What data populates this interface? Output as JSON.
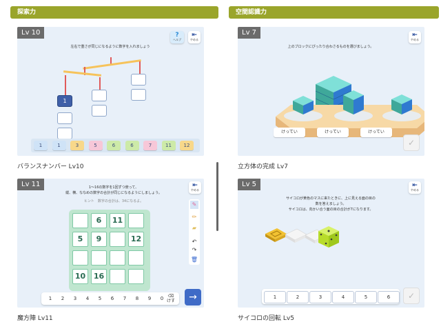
{
  "categories": {
    "left": "探索力",
    "right": "空間認識力"
  },
  "cards": {
    "balance": {
      "level": "Lv 10",
      "instruction": "左右で重さが同じになるように数字を入れましょう",
      "help_label": "ヘルプ",
      "quit_label": "やめる",
      "placed_value": "1",
      "tiles": [
        {
          "v": "1",
          "c": "#cfe3f7"
        },
        {
          "v": "1",
          "c": "#cfe3f7"
        },
        {
          "v": "3",
          "c": "#f8d88a"
        },
        {
          "v": "5",
          "c": "#f7c7d8"
        },
        {
          "v": "6",
          "c": "#cdeaa8"
        },
        {
          "v": "6",
          "c": "#cdeaa8"
        },
        {
          "v": "7",
          "c": "#f7c7d8"
        },
        {
          "v": "11",
          "c": "#cdeaa8"
        },
        {
          "v": "12",
          "c": "#f8d88a"
        }
      ],
      "caption": "バランスナンバー Lv10"
    },
    "cube": {
      "level": "Lv 7",
      "instruction": "上のブロックにぴったり合わさるものを選びましょう。",
      "quit_label": "やめる",
      "buttons": [
        "けってい",
        "けってい",
        "けってい"
      ],
      "check_icon": "✓",
      "caption": "立方体の完成 Lv7"
    },
    "magic": {
      "level": "Lv 11",
      "instruction1": "1〜16の数字を1回ずつ使って、",
      "instruction2": "縦、横、ななめの数字の合計が同じになるようにしましょう。",
      "hint": "ヒント　数字の合計は、34になるよ。",
      "quit_label": "やめる",
      "grid": [
        "",
        "6",
        "11",
        "",
        "5",
        "9",
        "",
        "12",
        "",
        "",
        "",
        "",
        "10",
        "16",
        "",
        ""
      ],
      "numbers": [
        "1",
        "2",
        "3",
        "4",
        "5",
        "6",
        "7",
        "8",
        "9",
        "0"
      ],
      "clear_label": "けす",
      "submit_icon": "→",
      "caption": "魔方陣 Lv11"
    },
    "dice": {
      "level": "Lv 5",
      "instruction1": "サイコロが黄色のマスに来たときに、上に見える面の目の",
      "instruction2": "数を答えましょう。",
      "instruction3": "サイコロは、向かい合う面の目の合計が7になります。",
      "quit_label": "やめる",
      "options": [
        "1",
        "2",
        "3",
        "4",
        "5",
        "6"
      ],
      "check_icon": "✓",
      "caption": "サイコロの回転 Lv5"
    }
  }
}
